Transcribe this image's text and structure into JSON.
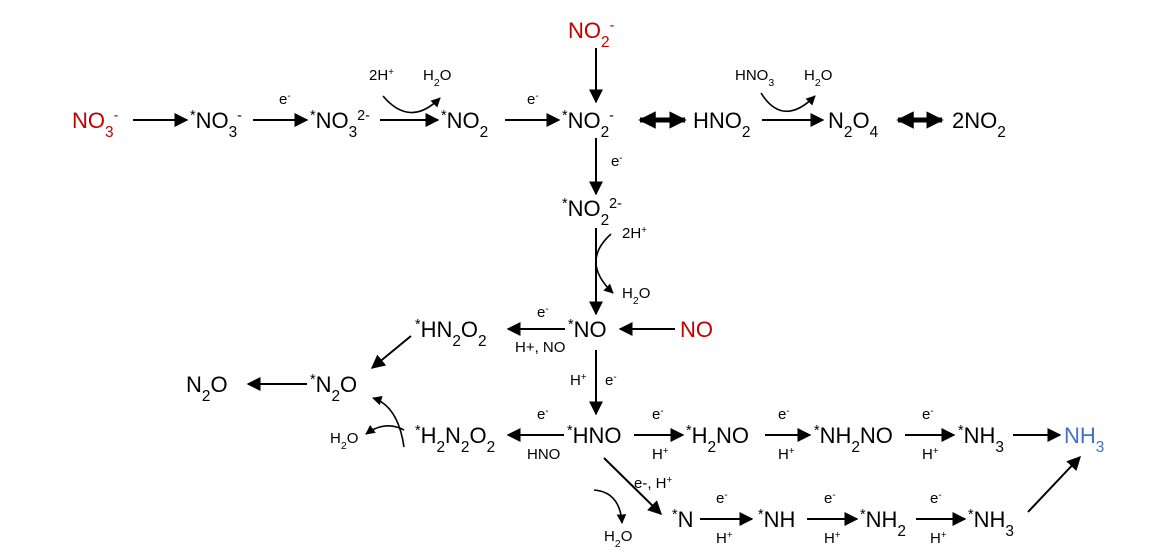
{
  "species": {
    "no3_left": "NO3-",
    "no3_ads": "*NO3-",
    "no3_2m": "*NO32-",
    "no2_ads": "*NO2",
    "no2m_ads": "*NO2-",
    "no2m_top": "NO2-",
    "hno2": "HNO2",
    "n2o4": "N2O4",
    "twono2": "2NO2",
    "no2_2m": "*NO22-",
    "no_ads": "*NO",
    "no_gas": "NO",
    "hn2o2": "*HN2O2",
    "n2o_ads": "*N2O",
    "n2o_gas": "N2O",
    "h2n2o2": "*H2N2O2",
    "hno_ads": "*HNO",
    "h2no": "*H2NO",
    "nh2no": "*NH2NO",
    "nh3_ads_row": "*NH3",
    "nh3_product": "NH3",
    "n_ads": "*N",
    "nh_ads": "*NH",
    "nh2_ads": "*NH2",
    "nh3_ads_bottom": "*NH3"
  },
  "labels": {
    "e": "e-",
    "h": "H+",
    "twoH": "2H+",
    "h2o": "H2O",
    "hno3": "HNO3",
    "hplus_no": "H+, NO",
    "hno": "HNO",
    "e_h": "e-, H+"
  },
  "colors": {
    "red": "#c00000",
    "blue": "#4472c4",
    "black": "#000000"
  }
}
